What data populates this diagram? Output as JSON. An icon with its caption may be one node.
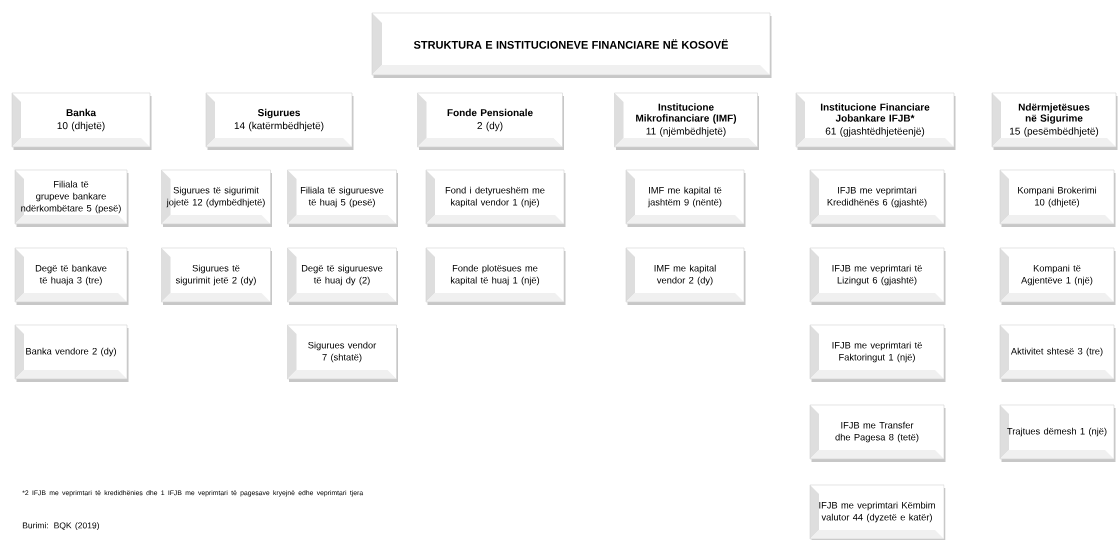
{
  "diagram": {
    "nodes": [
      {
        "text": [
          "STRUKTURA E INSTITUCIONEVE FINANCIARE NË KOSOVË"
        ]
      },
      {
        "text": [
          "Banka",
          "10 (dhjetë)"
        ]
      },
      {
        "text": [
          "Sigurues",
          "14 (katërmbëdhjetë)"
        ]
      },
      {
        "text": [
          "Fonde Pensionale",
          "2 (dy)"
        ]
      },
      {
        "text": [
          "Institucione Mikrofinanciare (IMF)",
          "11 (njëmbëdhjetë)"
        ]
      },
      {
        "text": [
          "Institucione Financiare Jobankare IFJB*",
          "61 (gjashtëdhjetëenjë)"
        ]
      },
      {
        "text": [
          "Ndërmjetësues në Sigurime",
          "15 (pesëmbëdhjetë)"
        ]
      },
      {
        "text": [
          "Filiala të grupeve bankare ndërkombëtare 5 (pesë)"
        ]
      },
      {
        "text": [
          "Sigurues të sigurimit jojetë 12 (dymbëdhjetë)"
        ]
      },
      {
        "text": [
          "Filiala të siguruesve të huaj 5 (pesë)"
        ]
      },
      {
        "text": [
          "Fond i detyrueshëm me kapital vendor 1 (një)"
        ]
      },
      {
        "text": [
          "IMF me kapital të jashtëm 9 (nëntë)"
        ]
      },
      {
        "text": [
          "IFJB me veprimtari Kredidhënës 6 (gjashtë)"
        ]
      },
      {
        "text": [
          "Kompani Brokerimi 10 (dhjetë)"
        ]
      },
      {
        "text": [
          "Degë të bankave të huaja 3 (tre)"
        ]
      },
      {
        "text": [
          "Sigurues të sigurimit jetë 2 (dy)"
        ]
      },
      {
        "text": [
          "Degë të siguruesve të huaj dy (2)"
        ]
      },
      {
        "text": [
          "Fonde plotësues me kapital të huaj 1 (një)"
        ]
      },
      {
        "text": [
          "IMF me kapital vendor 2 (dy)"
        ]
      },
      {
        "text": [
          "IFJB me veprimtari të Lizingut 6 (gjashtë)"
        ]
      },
      {
        "text": [
          "Kompani të Agjentëve 1 (një)"
        ]
      },
      {
        "text": [
          "Banka vendore 2 (dy)"
        ]
      },
      {
        "text": [
          "Sigurues vendor 7 (shtatë)"
        ]
      },
      {
        "text": [
          "IFJB me veprimtari të Faktoringut 1 (një)"
        ]
      },
      {
        "text": [
          "Aktivitet shtesë 3 (tre)"
        ]
      },
      {
        "text": [
          "IFJB me Transfer dhe Pagesa 8 (tetë)"
        ]
      },
      {
        "text": [
          "Trajtues dëmesh 1 (një)"
        ]
      },
      {
        "text": [
          "IFJB me veprimtari Këmbim valutor 44 (dyzetë e katër)"
        ]
      }
    ],
    "labels": [
      "*2 IFJB me veprimtari të kredidhënies dhe 1 IFJB me veprimtari të pagesave kryejnë edhe veprimtari tjera",
      "Burimi: BQK (2019)"
    ]
  }
}
